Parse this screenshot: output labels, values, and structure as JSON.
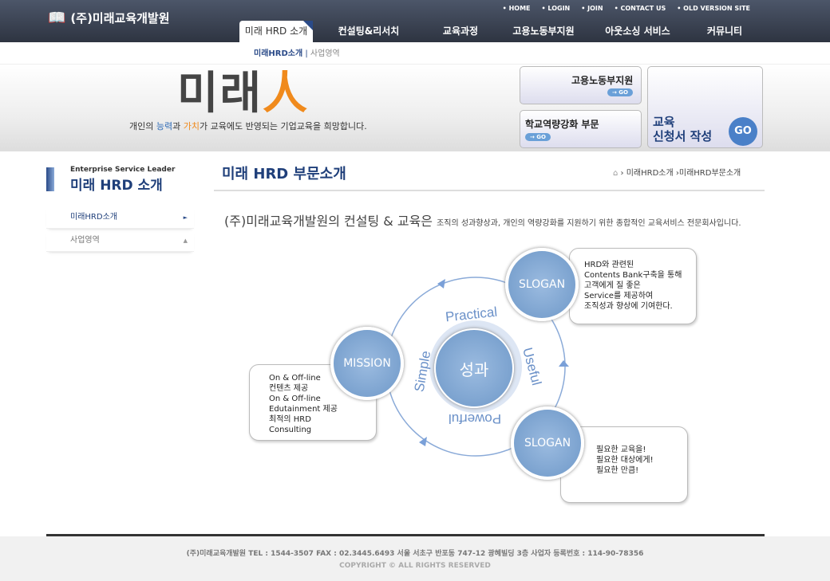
{
  "header": {
    "logo": "(주)미래교육개발원",
    "util": [
      "• HOME",
      "• LOGIN",
      "• JOIN",
      "• CONTACT US",
      "• OLD VERSION SITE"
    ],
    "gnb": [
      "미래 HRD 소개",
      "컨설팅&리서치",
      "교육과정",
      "고용노동부지원",
      "아웃소싱 서비스",
      "커뮤니티"
    ],
    "sub": [
      "미래HRD소개",
      "|",
      "사업영역"
    ]
  },
  "banner": {
    "title_main": "미래",
    "title_accent": "人",
    "tagline_pre": "개인의 ",
    "tagline_w1": "능력",
    "tagline_mid": "과 ",
    "tagline_w2": "가치",
    "tagline_post": "가 교육에도 반영되는 기업교육을 희망합니다.",
    "b1": "고용노동부지원",
    "b2": "학교역량강화 부문",
    "go": "→ GO",
    "b3": "교육\n신청서 작성",
    "b3go": "GO"
  },
  "lnb": {
    "sub": "Enterprise Service Leader",
    "title": "미래 HRD 소개",
    "items": [
      {
        "label": "미래HRD소개",
        "arrow": "►"
      },
      {
        "label": "사업영역",
        "arrow": "▲"
      }
    ]
  },
  "content": {
    "title": "미래 HRD 부문소개",
    "crumb": [
      "⌂",
      "›",
      "미래HRD소개",
      "›",
      "미래HRD부문소개"
    ],
    "intro_big": "(주)미래교육개발원의 컨설팅 & 교육은 ",
    "intro_small": "조직의 성과향상과, 개인의 역량강화를 지원하기 위한 종합적인 교육서비스 전문회사입니다.",
    "diagram": {
      "center": "성과",
      "words": [
        "Practical",
        "Useful",
        "Powerful",
        "Simple"
      ],
      "mission": "MISSION",
      "slogan1": "SLOGAN",
      "slogan2": "SLOGAN",
      "mission_text": "On & Off-line\n컨텐츠 제공\nOn & Off-line\nEdutainment 제공\n최적의 HRD\nConsulting",
      "slogan1_text": "HRD와 관련된\nContents Bank구축을 통해\n고객에게 질 좋은\nService를 제공하여\n조직성과 향상에 기여한다.",
      "slogan2_text": "필요한 교육을!\n필요한 대상에게!\n필요한 만큼!"
    }
  },
  "footer": {
    "info": "(주)미래교육개발원 TEL : 1544-3507  FAX : 02.3445.6493 서울 서초구 반포동 747-12 광혜빌딩 3층 사업자 등록번호 : 114-90-78356",
    "copy": "COPYRIGHT © ALL RIGHTS RESERVED"
  }
}
